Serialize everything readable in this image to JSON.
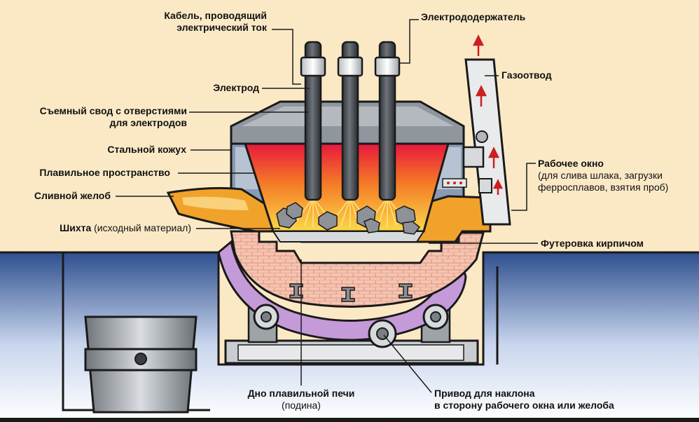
{
  "labels": {
    "cable": {
      "line1": "Кабель, проводящий",
      "line2": "электрический ток"
    },
    "electrode_holder": "Электрододержатель",
    "gas_outlet": "Газоотвод",
    "electrode": "Электрод",
    "removable_roof": {
      "line1": "Съемный свод с отверстиями",
      "line2": "для электродов"
    },
    "steel_shell": "Стальной кожух",
    "melting_space": "Плавильное пространство",
    "tapping_spout": "Сливной желоб",
    "charge": {
      "bold": "Шихта",
      "normal": "(исходный материал)"
    },
    "work_window": {
      "title": "Рабочее окно",
      "line1": "(для слива шлака, загрузки",
      "line2": "ферросплавов, взятия проб)"
    },
    "brick_lining": "Футеровка кирпичом",
    "hearth": {
      "line1": "Дно плавильной печи",
      "line2": "(подина)"
    },
    "tilt_drive": {
      "line1": "Привод для наклона",
      "line2": "в сторону рабочего окна или желоба"
    }
  },
  "colors": {
    "background": "#fbe9c6",
    "pit_blue": "#3f5f9e",
    "shell_gray": "#8a9cb3",
    "refractory_orange": "#f0a22a",
    "brick": "#f3b8a6",
    "cradle_purple": "#c59ad8",
    "electrode": "#555a60",
    "arrow_red": "#cc1f1f"
  }
}
